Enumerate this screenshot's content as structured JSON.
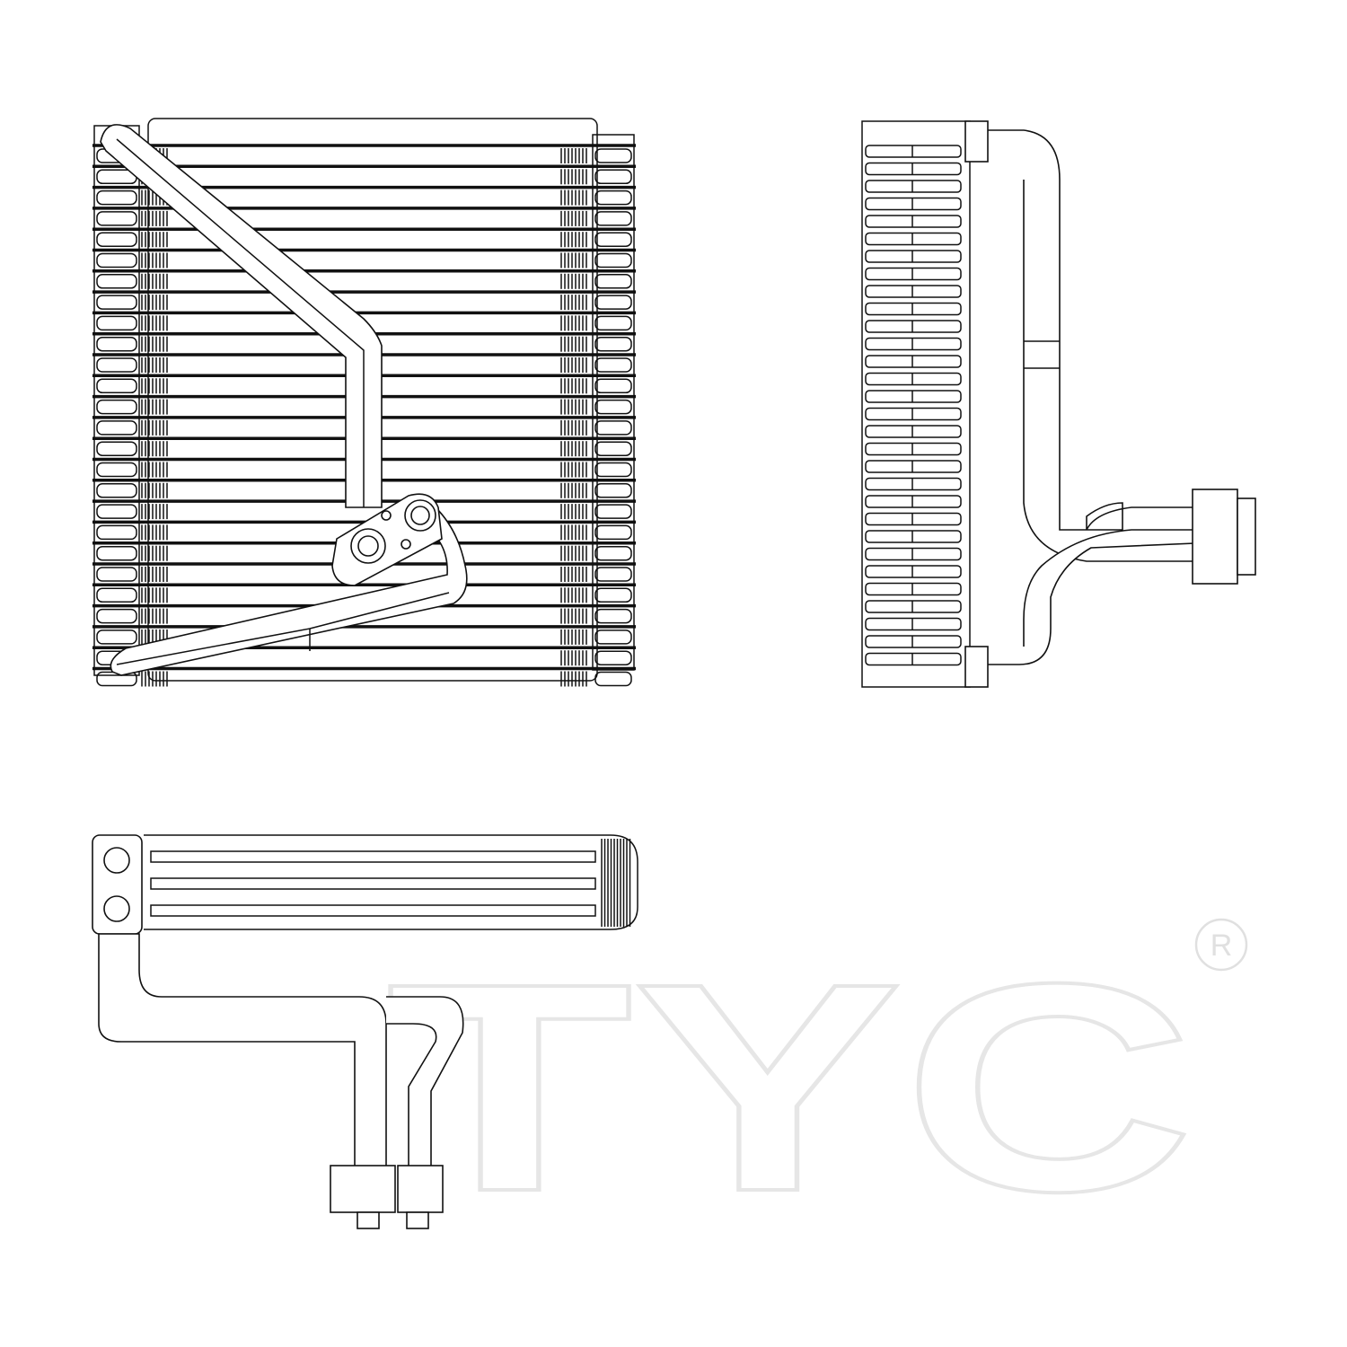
{
  "watermark": {
    "logo_text": "TYC",
    "registered_mark": "®",
    "color": "#e6e6e6"
  },
  "drawing": {
    "views": [
      "front-view",
      "side-view",
      "top-view"
    ],
    "line_color": "#111111",
    "background": "#ffffff"
  }
}
